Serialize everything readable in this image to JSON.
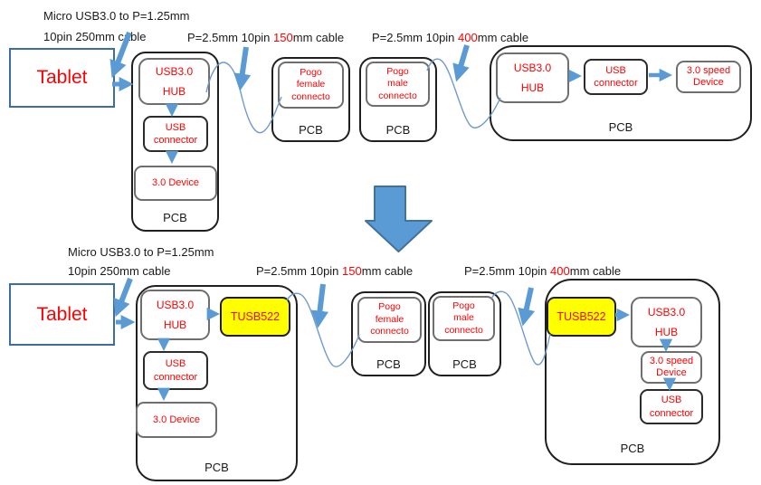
{
  "colors": {
    "red_text": "#ff0000",
    "arrow_blue": "#5b9bd5",
    "arrow_border": "#41719c",
    "cable_blue": "#6f9ad0",
    "highlight_yellow": "#ffff00",
    "tablet_border_blue": "#3a6ea5"
  },
  "top": {
    "note1": "Micro USB3.0 to P=1.25mm",
    "note2": "10pin 250mm cable",
    "tablet": "Tablet",
    "cable150": {
      "prefix": "P=2.5mm 10pin ",
      "length": "150",
      "suffix": "mm cable"
    },
    "cable400": {
      "prefix": "P=2.5mm 10pin ",
      "length": "400",
      "suffix": "mm cable"
    },
    "pcb1": {
      "hub": "USB3.0\nHUB",
      "connector": "USB\nconnector",
      "device": "3.0 Device",
      "label": "PCB"
    },
    "pcb_female": {
      "box": "Pogo\nfemale\nconnecto",
      "label": "PCB"
    },
    "pcb_male": {
      "box": "Pogo\nmale\nconnecto",
      "label": "PCB"
    },
    "pcb2": {
      "hub": "USB3.0\nHUB",
      "connector": "USB\nconnector",
      "device": "3.0 speed\nDevice",
      "label": "PCB"
    }
  },
  "bottom": {
    "note1": "Micro USB3.0 to P=1.25mm",
    "note2": "10pin 250mm cable",
    "tablet": "Tablet",
    "cable150": {
      "prefix": "P=2.5mm 10pin ",
      "length": "150",
      "suffix": "mm cable"
    },
    "cable400": {
      "prefix": "P=2.5mm 10pin ",
      "length": "400",
      "suffix": "mm cable"
    },
    "pcb1": {
      "hub": "USB3.0\nHUB",
      "tusb": "TUSB522",
      "connector": "USB\nconnector",
      "device": "3.0 Device",
      "label": "PCB"
    },
    "pcb_female": {
      "box": "Pogo\nfemale\nconnecto",
      "label": "PCB"
    },
    "pcb_male": {
      "box": "Pogo\nmale\nconnecto",
      "label": "PCB"
    },
    "pcb2": {
      "tusb": "TUSB522",
      "hub": "USB3.0\nHUB",
      "device": "3.0 speed\nDevice",
      "connector": "USB\nconnector",
      "label": "PCB"
    }
  }
}
